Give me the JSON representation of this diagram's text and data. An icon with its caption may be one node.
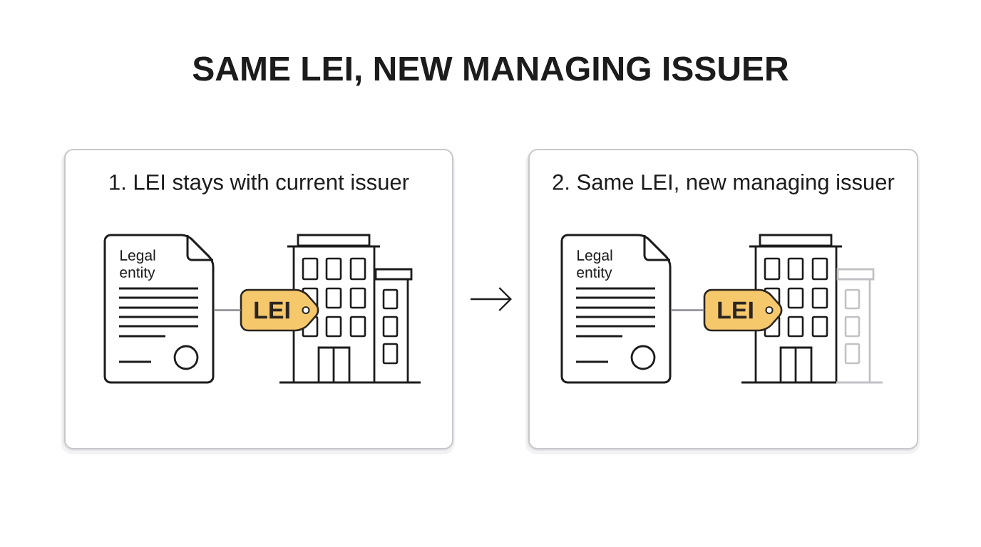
{
  "diagram": {
    "title": "SAME LEI, NEW MANAGING ISSUER",
    "nodes": [
      {
        "text": [
          "1. LEI stays with current issuer"
        ]
      },
      {
        "text": [
          "Legal entity"
        ],
        "in": 0
      },
      {
        "text": [
          "LEI"
        ],
        "in": 0
      },
      {
        "text": [
          "2. Same LEI, new managing issuer"
        ]
      },
      {
        "text": [
          "Legal entity"
        ],
        "in": 3
      },
      {
        "text": [
          "LEI"
        ],
        "in": 3
      }
    ],
    "edges": [
      {
        "from": 0,
        "to": 3,
        "arrow": "to",
        "color": "#1c1c1c"
      },
      {
        "from": 1,
        "to": 2,
        "arrow": "none"
      },
      {
        "from": 4,
        "to": 5,
        "arrow": "none"
      }
    ]
  }
}
